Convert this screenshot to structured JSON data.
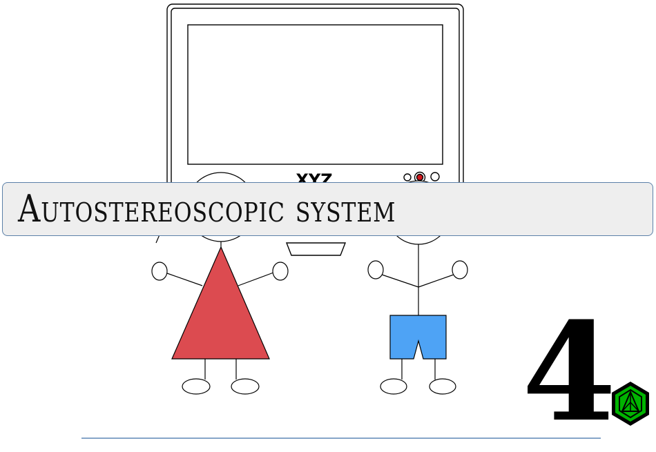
{
  "title": "Autostereoscopic system",
  "monitor": {
    "brand": "XYZ"
  },
  "chapter": {
    "number": "4"
  },
  "colors": {
    "girl_dress": "#dc4b50",
    "boy_shorts": "#4ea3f5",
    "indicator_led": "#d0161c",
    "badge_green": "#00b400",
    "rule_blue": "#3d6fa8",
    "title_border": "#5a7fa8"
  },
  "icons": {
    "badge": "hexagon-badge-icon"
  }
}
